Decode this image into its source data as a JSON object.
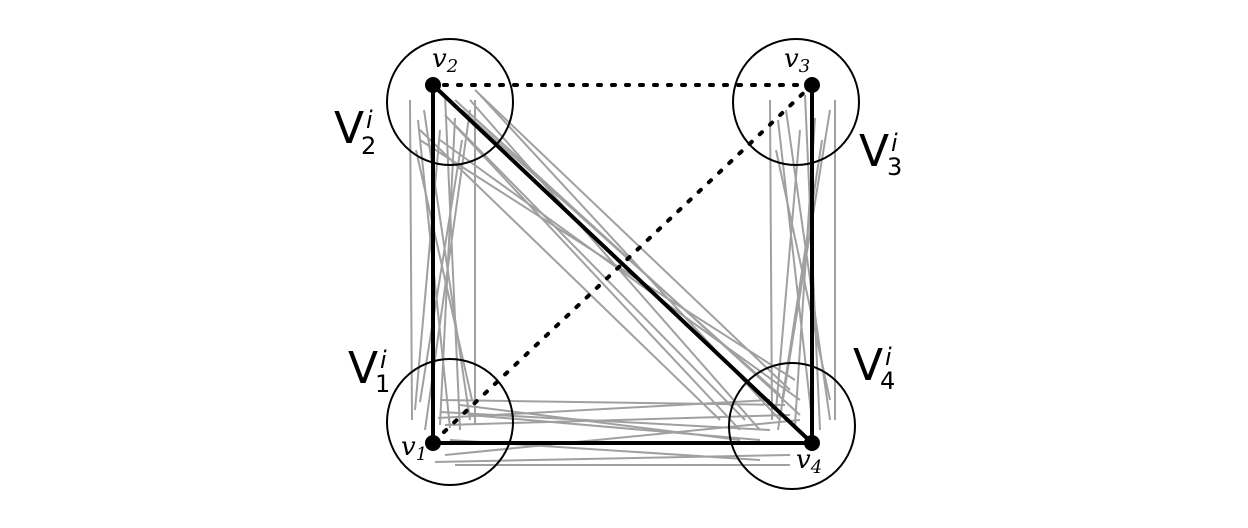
{
  "diagram": {
    "sets": [
      {
        "id": "V1",
        "letter": "V",
        "sup": "i",
        "sub": "1"
      },
      {
        "id": "V2",
        "letter": "V",
        "sup": "i",
        "sub": "2"
      },
      {
        "id": "V3",
        "letter": "V",
        "sup": "i",
        "sub": "3"
      },
      {
        "id": "V4",
        "letter": "V",
        "sup": "i",
        "sub": "4"
      }
    ],
    "vertices": [
      {
        "id": "v1",
        "letter": "v",
        "sub": "1"
      },
      {
        "id": "v2",
        "letter": "v",
        "sub": "2"
      },
      {
        "id": "v3",
        "letter": "v",
        "sub": "3"
      },
      {
        "id": "v4",
        "letter": "v",
        "sub": "4"
      }
    ],
    "solid_edges": [
      [
        "v1",
        "v2"
      ],
      [
        "v1",
        "v4"
      ],
      [
        "v2",
        "v4"
      ],
      [
        "v3",
        "v4"
      ]
    ],
    "dotted_edges": [
      [
        "v2",
        "v3"
      ],
      [
        "v1",
        "v3"
      ]
    ],
    "colors": {
      "ink": "#000000",
      "background_edges": "#a0a0a0"
    }
  }
}
